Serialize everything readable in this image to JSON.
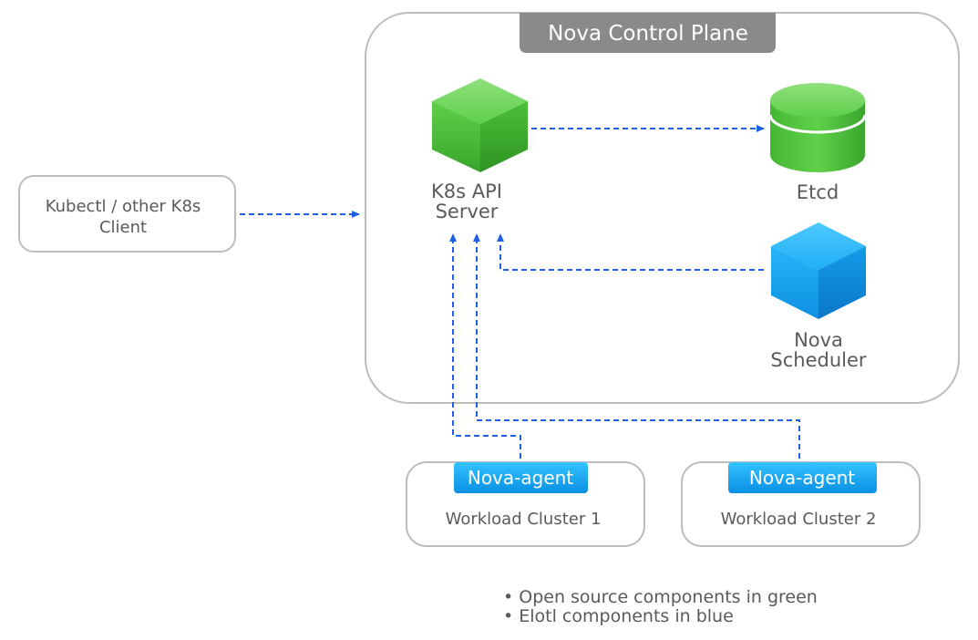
{
  "control_plane": {
    "title": "Nova Control Plane"
  },
  "client": {
    "line1": "Kubectl / other K8s",
    "line2": "Client"
  },
  "api_server": {
    "line1": "K8s API",
    "line2": "Server"
  },
  "etcd": {
    "label": "Etcd"
  },
  "scheduler": {
    "line1": "Nova",
    "line2": "Scheduler"
  },
  "clusters": [
    {
      "agent": "Nova-agent",
      "name": "Workload Cluster 1"
    },
    {
      "agent": "Nova-agent",
      "name": "Workload Cluster 2"
    }
  ],
  "legend": {
    "items": [
      "Open source components in green",
      "Elotl components in blue"
    ]
  },
  "colors": {
    "open_source_green": "#4cbf3a",
    "elotl_blue": "#1a9ef0",
    "arrow_blue": "#1f5fe6",
    "border_gray": "#bdbdbd",
    "title_gray": "#8a8a8a"
  }
}
